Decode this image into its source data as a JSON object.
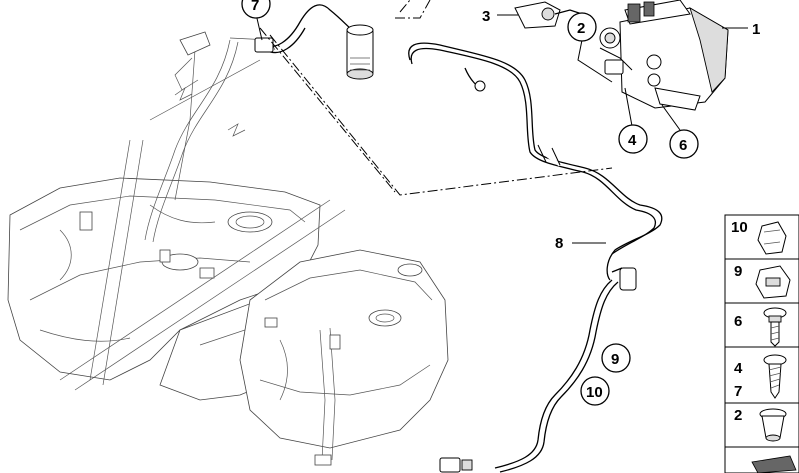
{
  "callouts": {
    "p1": "1",
    "p2": "2",
    "p3": "3",
    "p4": "4",
    "p6": "6",
    "p7": "7",
    "p8": "8",
    "p9": "9",
    "p10": "10"
  },
  "legend": {
    "items": [
      {
        "label": "10",
        "icon": "clip-icon"
      },
      {
        "label": "9",
        "icon": "bracket-clip-icon"
      },
      {
        "label": "6",
        "icon": "collar-bolt-icon"
      },
      {
        "label": "4",
        "icon": "screw-icon"
      },
      {
        "label": "7",
        "icon": "screw-icon"
      },
      {
        "label": "2",
        "icon": "grommet-icon"
      }
    ]
  }
}
